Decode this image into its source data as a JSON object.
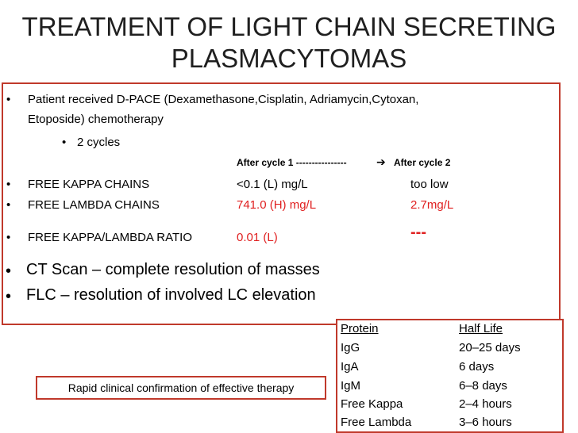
{
  "title": [
    "TREATMENT OF LIGHT CHAIN SECRETING",
    "PLASMACYTOMAS"
  ],
  "patient": {
    "line1": "Patient received D-PACE (Dexamethasone,Cisplatin, Adriamycin,Cytoxan,",
    "line2": "Etoposide) chemotherapy",
    "sub": "2 cycles"
  },
  "cycles_header": {
    "after1": "After cycle 1 ----------------",
    "arrow": "➔",
    "after2": "After cycle 2"
  },
  "rows": [
    {
      "label": "FREE KAPPA CHAINS",
      "cycle1": "<0.1 (L) mg/L",
      "cycle2": "too low",
      "color1": "#000000",
      "color2": "#000000"
    },
    {
      "label": "FREE LAMBDA CHAINS",
      "cycle1": "741.0 (H) mg/L",
      "cycle2": "2.7mg/L",
      "color1": "#e02020",
      "color2": "#e02020"
    },
    {
      "label": "FREE KAPPA/LAMBDA RATIO",
      "cycle1": "0.01 (L)",
      "cycle2": "---",
      "color1": "#e02020",
      "color2": "#e02020"
    }
  ],
  "findings": [
    "CT Scan – complete resolution of masses",
    "FLC – resolution of involved LC elevation"
  ],
  "confirmation": "Rapid clinical confirmation of effective therapy",
  "halflife_table": {
    "headers": [
      "Protein",
      "Half Life"
    ],
    "rows": [
      [
        "IgG",
        "20–25 days"
      ],
      [
        "IgA",
        "6 days"
      ],
      [
        "IgM",
        "6–8 days"
      ],
      [
        "Free Kappa",
        "2–4 hours"
      ],
      [
        "Free Lambda",
        "3–6 hours"
      ]
    ]
  },
  "bullet_char": "•",
  "accent_color": "#c0392b"
}
